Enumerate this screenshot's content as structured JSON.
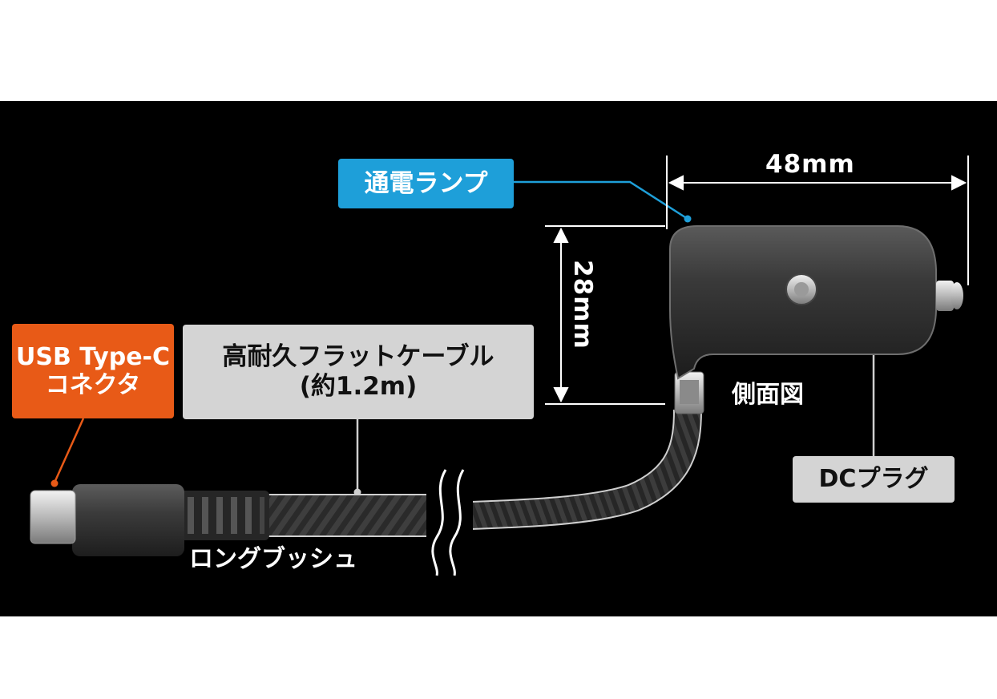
{
  "labels": {
    "power_lamp": "通電ランプ",
    "usb_line1": "USB Type-C",
    "usb_line2": "コネクタ",
    "cable_line1": "高耐久フラットケーブル",
    "cable_line2": "(約1.2m)",
    "side_view": "側面図",
    "dc_plug": "DCプラグ",
    "long_bush": "ロングブッシュ"
  },
  "dimensions": {
    "width": "48mm",
    "height": "28mm"
  },
  "colors": {
    "lamp_tag": "#1e9fd9",
    "usb_tag": "#e85a17",
    "gray_tag": "#d4d4d4",
    "background": "#000000"
  }
}
